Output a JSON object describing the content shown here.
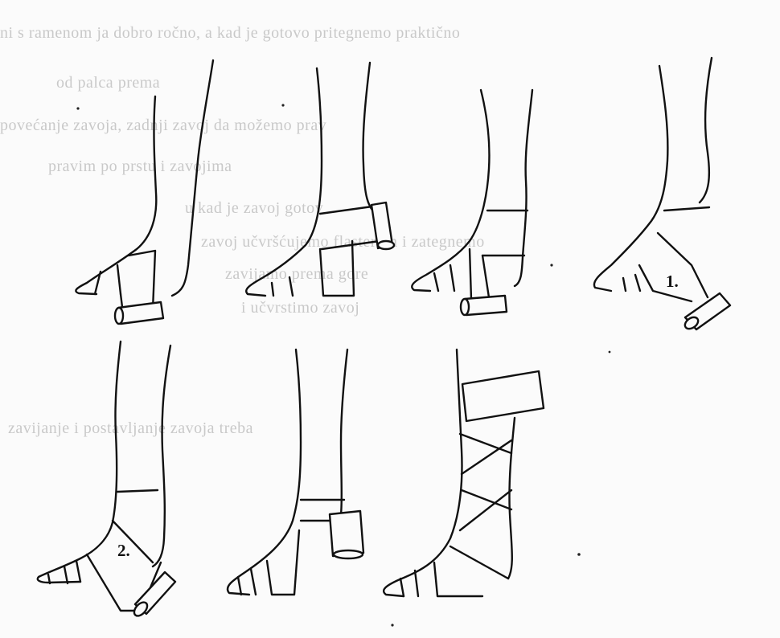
{
  "figure": {
    "step_labels": {
      "step1": "1.",
      "step2": "2."
    },
    "show_through_text": [
      "ni s ramenom ja dobro ročno, a kad je gotovo pritegnemo praktično",
      "od palca prema",
      "povećanje zavoja, zadnji zavoj da možemo prav",
      "pravim po prstu i zavojima",
      "u kad je zavoj gotov",
      "zavoj učvršćujemo flasterom i zategnemo",
      "zavijamo prema gore",
      "i učvrstimo zavoj",
      "",
      "",
      "zavijanje i postavljanje zavoja treba",
      "",
      "",
      ""
    ]
  }
}
